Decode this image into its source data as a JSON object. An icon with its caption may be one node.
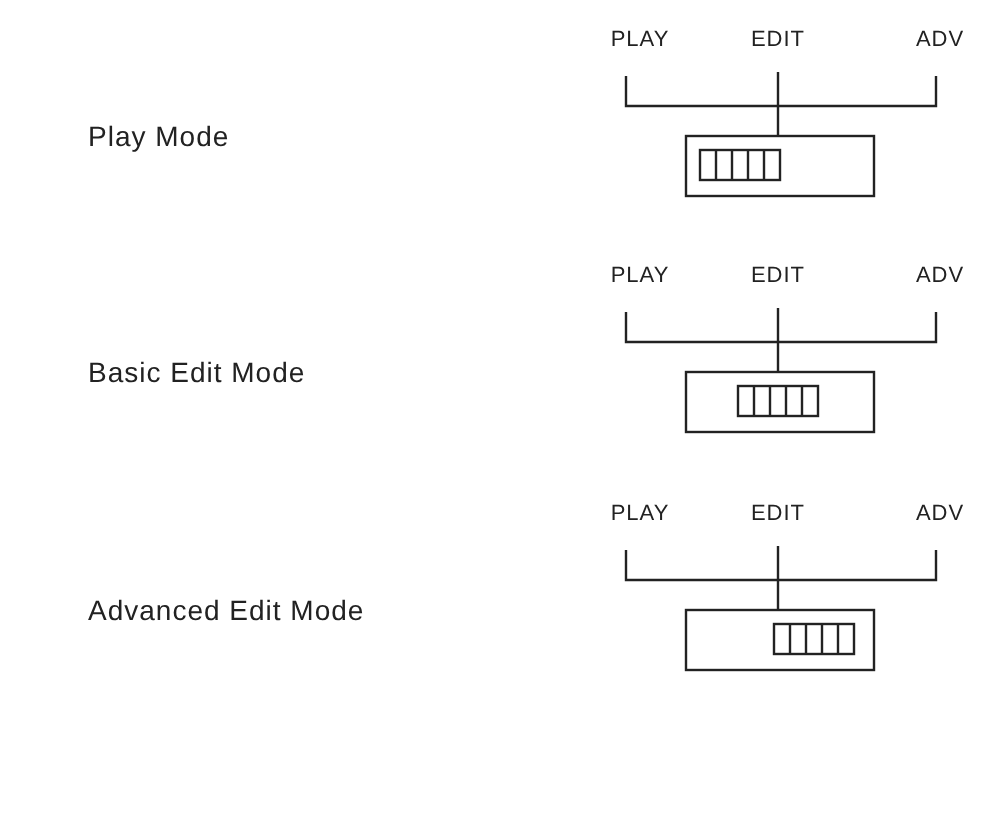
{
  "diagram": {
    "labels": [
      "Play Mode",
      "PLAY",
      "EDIT",
      "ADV",
      "Basic Edit Mode",
      "PLAY",
      "EDIT",
      "ADV",
      "Advanced Edit Mode",
      "PLAY",
      "EDIT",
      "ADV"
    ]
  }
}
